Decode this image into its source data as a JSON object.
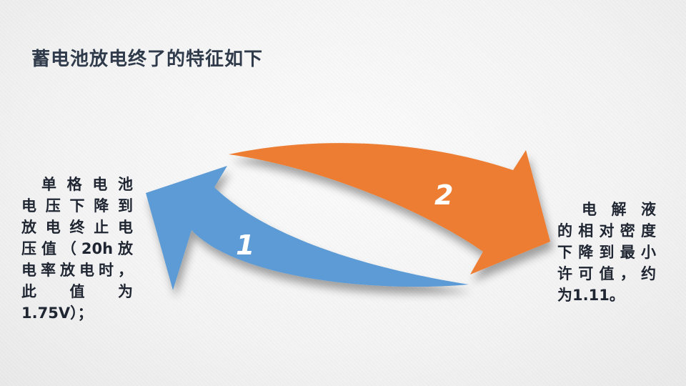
{
  "slide": {
    "title": "蓄电池放电终了的特征如下",
    "left_lines": [
      "单格电池",
      "电压下降到",
      "放电终止电",
      "压值（20h放",
      "电率放电时，",
      "此 值 为",
      "1.75V）；"
    ],
    "right_lines": [
      "电解液",
      "的相对密度",
      "下降到最小",
      "许可值，约",
      "为1.11。"
    ],
    "arrow1_label": "1",
    "arrow2_label": "2",
    "colors": {
      "arrow1": "#5b9bd5",
      "arrow2": "#ed7d31",
      "title": "#2f3a4a",
      "text": "#1f2632"
    }
  }
}
